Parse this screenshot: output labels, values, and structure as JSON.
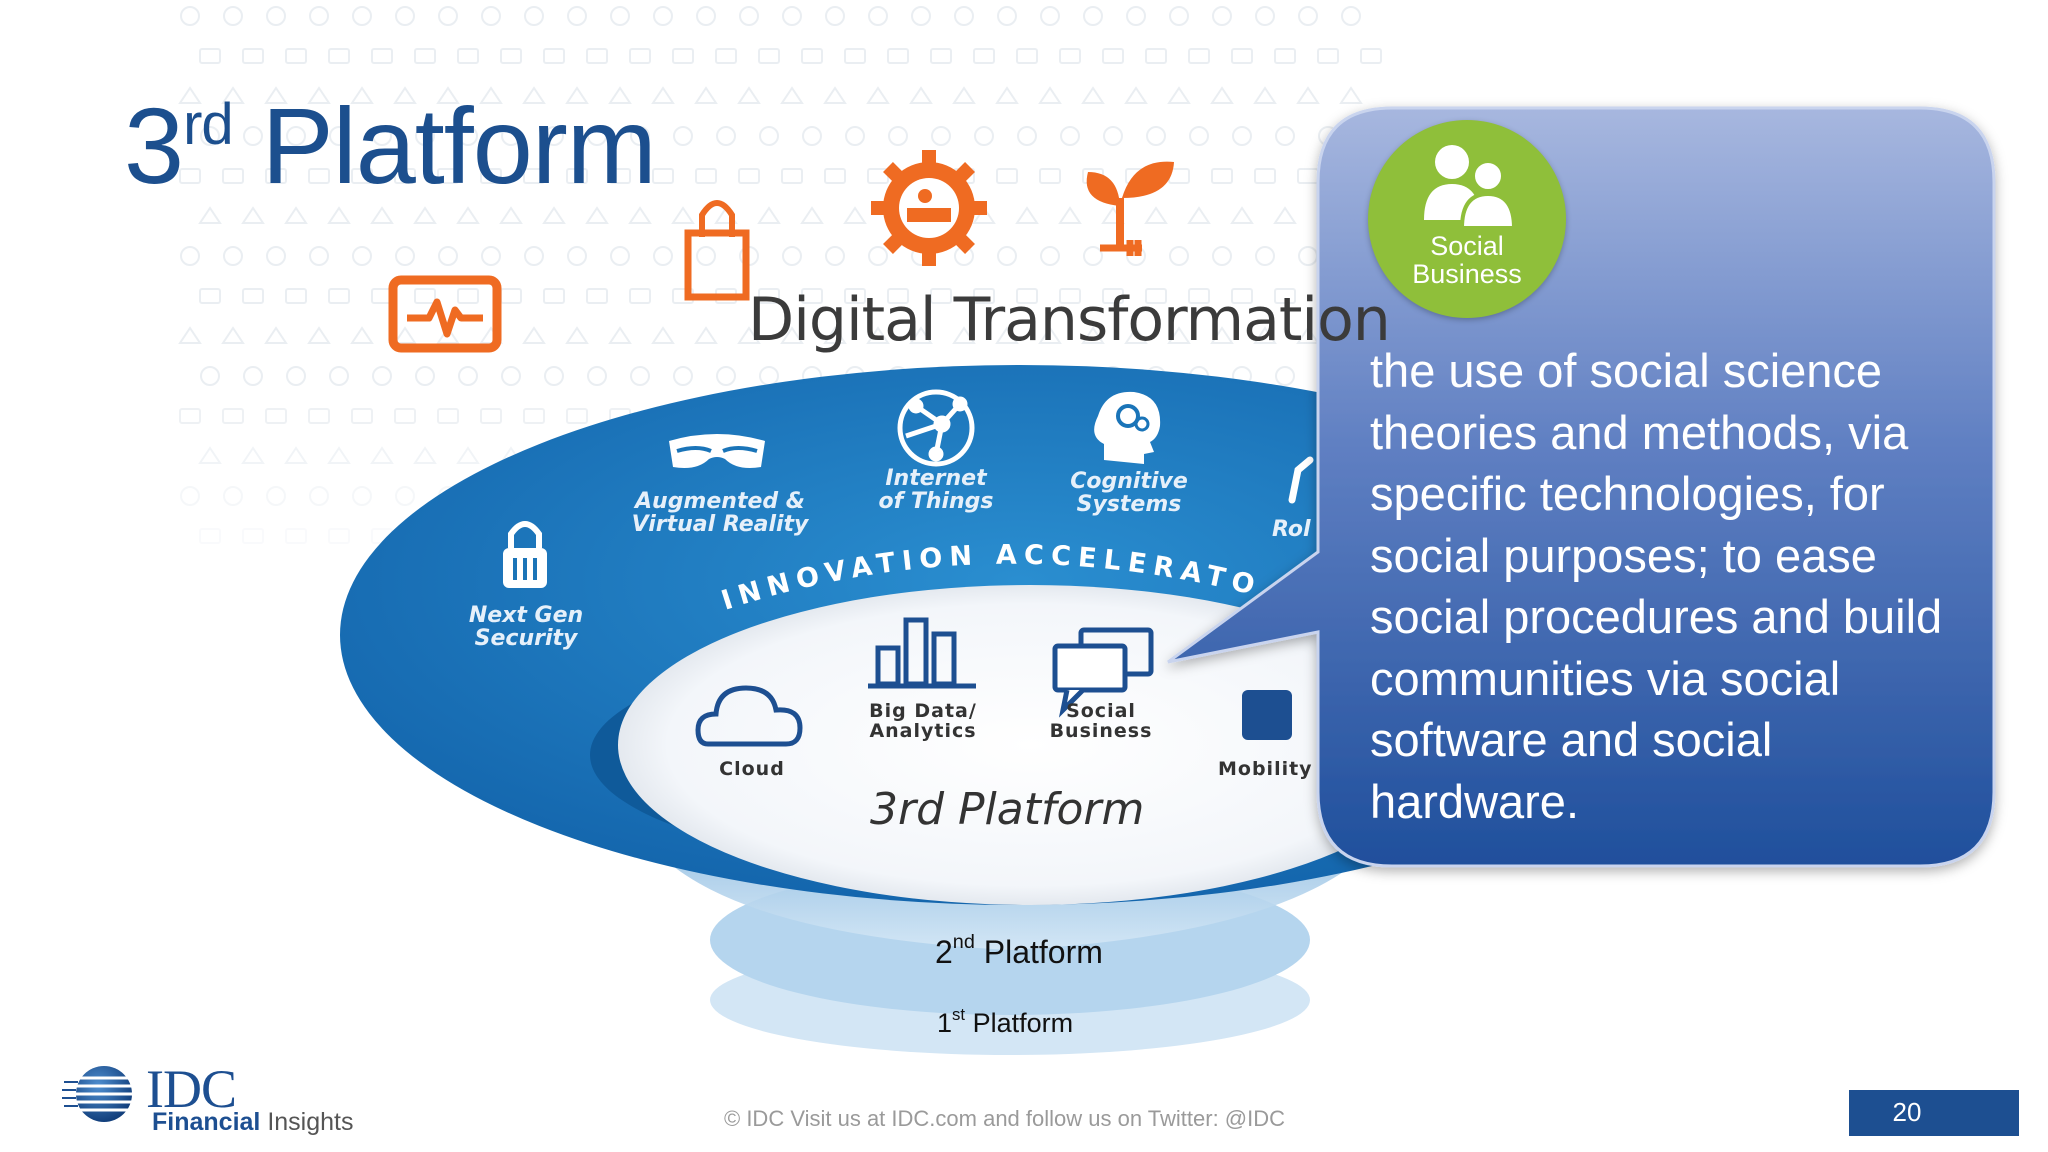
{
  "slide": {
    "title_main": "3",
    "title_sup": "rd",
    "title_rest": " Platform",
    "digital_transformation": "Digital Transformation"
  },
  "innovation_accelerators": {
    "arc_label": "INNOVATION ACCELERATO",
    "items": [
      {
        "label_line1": "Next Gen",
        "label_line2": "Security",
        "icon": "lock-icon"
      },
      {
        "label_line1": "Augmented &",
        "label_line2": "Virtual Reality",
        "icon": "vr-goggles-icon"
      },
      {
        "label_line1": "Internet",
        "label_line2": "of Things",
        "icon": "iot-globe-icon"
      },
      {
        "label_line1": "Cognitive",
        "label_line2": "Systems",
        "icon": "brain-head-icon"
      },
      {
        "label_line1": "Rol",
        "label_line2": "",
        "icon": "robot-arm-icon"
      }
    ]
  },
  "third_platform": {
    "label": "3rd Platform",
    "items": [
      {
        "label_line1": "Cloud",
        "label_line2": "",
        "icon": "cloud-icon"
      },
      {
        "label_line1": "Big Data/",
        "label_line2": "Analytics",
        "icon": "bar-chart-icon"
      },
      {
        "label_line1": "Social",
        "label_line2": "Business",
        "icon": "chat-bubbles-icon"
      },
      {
        "label_line1": "Mobility",
        "label_line2": "",
        "icon": "mobile-phone-icon"
      }
    ]
  },
  "second_platform": {
    "main": "2",
    "sup": "nd",
    "rest": " Platform"
  },
  "first_platform": {
    "main": "1",
    "sup": "st",
    "rest": " Platform"
  },
  "callout": {
    "badge_line1": "Social",
    "badge_line2": "Business",
    "badge_icon": "people-icon",
    "text": "the use of social science theories and methods, via specific technologies, for social purposes; to ease social procedures and build communities via social software and social hardware."
  },
  "footer": {
    "text": "© IDC   Visit us at IDC.com and follow us on Twitter: @IDC"
  },
  "page_number": "20",
  "logo": {
    "name": "IDC",
    "sub_bold": "Financial",
    "sub_rest": " Insights"
  },
  "colors": {
    "title": "#1c4f8e",
    "ellipse_blue": "#1a74b8",
    "accent_orange": "#ef6b22",
    "callout_top": "#a3b3dc",
    "callout_bottom": "#23539f",
    "badge_green": "#8fbf3a",
    "page_box": "#1d4f91"
  }
}
